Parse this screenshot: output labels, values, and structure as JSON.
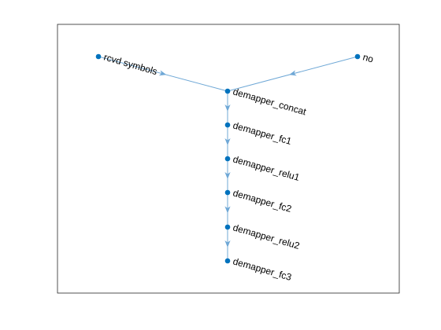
{
  "graph": {
    "node_color": "#0072bd",
    "edge_color": "#6fa8d6",
    "axes_border_color": "#262626",
    "label_rotation_deg": 16,
    "nodes": [
      {
        "id": "rcvd",
        "label": "rcvd symbols"
      },
      {
        "id": "no",
        "label": "no"
      },
      {
        "id": "concat",
        "label": "demapper_concat"
      },
      {
        "id": "fc1",
        "label": "demapper_fc1"
      },
      {
        "id": "relu1",
        "label": "demapper_relu1"
      },
      {
        "id": "fc2",
        "label": "demapper_fc2"
      },
      {
        "id": "relu2",
        "label": "demapper_relu2"
      },
      {
        "id": "fc3",
        "label": "demapper_fc3"
      }
    ],
    "edges": [
      {
        "from": "rcvd",
        "to": "concat"
      },
      {
        "from": "no",
        "to": "concat"
      },
      {
        "from": "concat",
        "to": "fc1"
      },
      {
        "from": "fc1",
        "to": "relu1"
      },
      {
        "from": "relu1",
        "to": "fc2"
      },
      {
        "from": "fc2",
        "to": "relu2"
      },
      {
        "from": "relu2",
        "to": "fc3"
      }
    ]
  }
}
